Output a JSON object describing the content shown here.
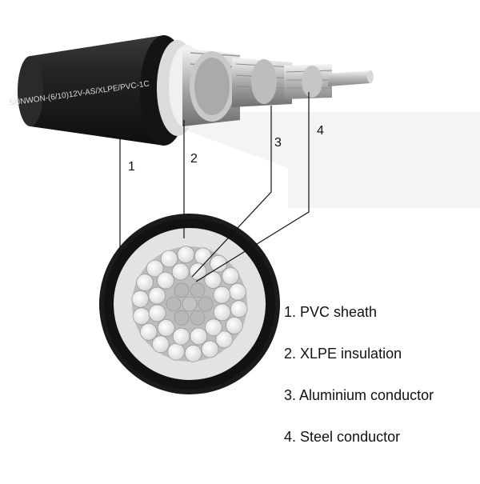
{
  "cable": {
    "print": "SUNWON-(6/10)12V-AS/XLPE/PVC-1C"
  },
  "callouts": [
    "1",
    "2",
    "3",
    "4"
  ],
  "legend": [
    "1. PVC sheath",
    "2. XLPE insulation",
    "3. Aluminium conductor",
    "4. Steel conductor"
  ],
  "colors": {
    "sheath": "#1b1b1b",
    "insulation": "#e2e2e2",
    "aluminium": "#cfcfcf",
    "steel": "#bdbdbd",
    "leader": "#111111"
  }
}
